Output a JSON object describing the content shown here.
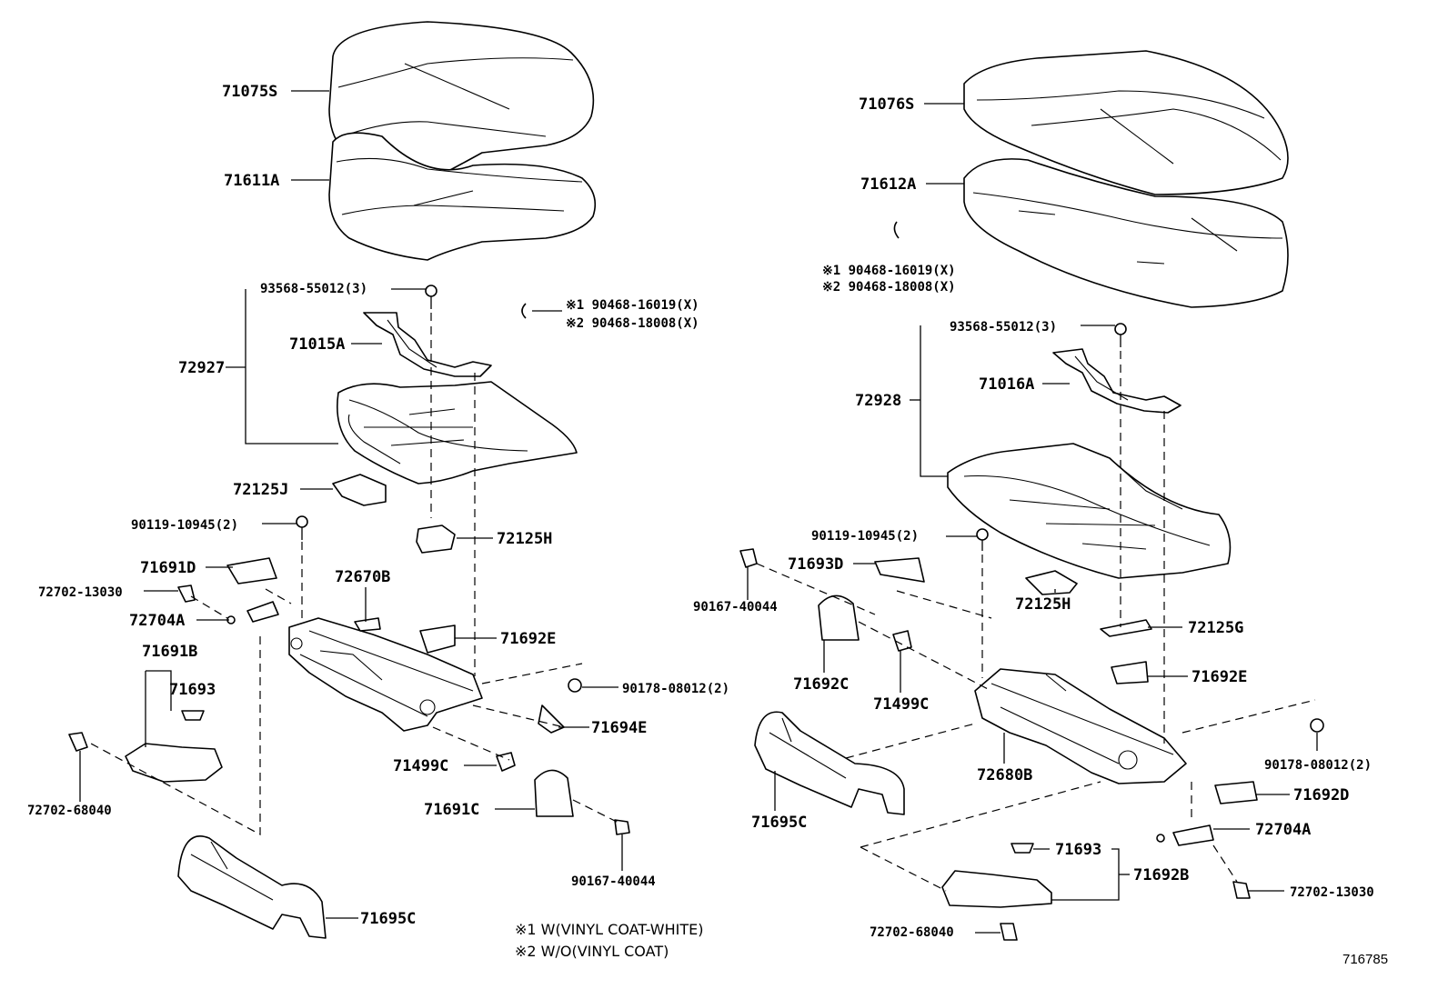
{
  "labels": {
    "l_71075S": "71075S",
    "l_71611A": "71611A",
    "l_93568_left": "93568-55012(3)",
    "l_x1_left": "※1 90468-16019(X)",
    "l_x2_left": "※2 90468-18008(X)",
    "l_71015A": "71015A",
    "l_72927": "72927",
    "l_72125J": "72125J",
    "l_90119_left": "90119-10945(2)",
    "l_72125H_left": "72125H",
    "l_71691D": "71691D",
    "l_72702_13030_left": "72702-13030",
    "l_72670B": "72670B",
    "l_72704A_left": "72704A",
    "l_71692E_left": "71692E",
    "l_71691B": "71691B",
    "l_71693_left": "71693",
    "l_90178_left": "90178-08012(2)",
    "l_71694E": "71694E",
    "l_72702_68040_left": "72702-68040",
    "l_71499C_left": "71499C",
    "l_71691C": "71691C",
    "l_90167_left": "90167-40044",
    "l_71695C_left": "71695C",
    "l_71076S": "71076S",
    "l_71612A": "71612A",
    "l_x1_right": "※1 90468-16019(X)",
    "l_x2_right": "※2 90468-18008(X)",
    "l_93568_right": "93568-55012(3)",
    "l_71016A": "71016A",
    "l_72928": "72928",
    "l_90119_right": "90119-10945(2)",
    "l_71693D": "71693D",
    "l_90167_right": "90167-40044",
    "l_72125H_right": "72125H",
    "l_72125G": "72125G",
    "l_71692C": "71692C",
    "l_71499C_right": "71499C",
    "l_71692E_right": "71692E",
    "l_90178_right": "90178-08012(2)",
    "l_72680B": "72680B",
    "l_71695C_right": "71695C",
    "l_71692D": "71692D",
    "l_72704A_right": "72704A",
    "l_71693_right": "71693",
    "l_71692B": "71692B",
    "l_72702_13030_right": "72702-13030",
    "l_72702_68040_right": "72702-68040"
  },
  "notes": {
    "note1": "※1 W(VINYL COAT-WHITE)",
    "note2": "※2 W/O(VINYL COAT)"
  },
  "figure_number": "716785"
}
